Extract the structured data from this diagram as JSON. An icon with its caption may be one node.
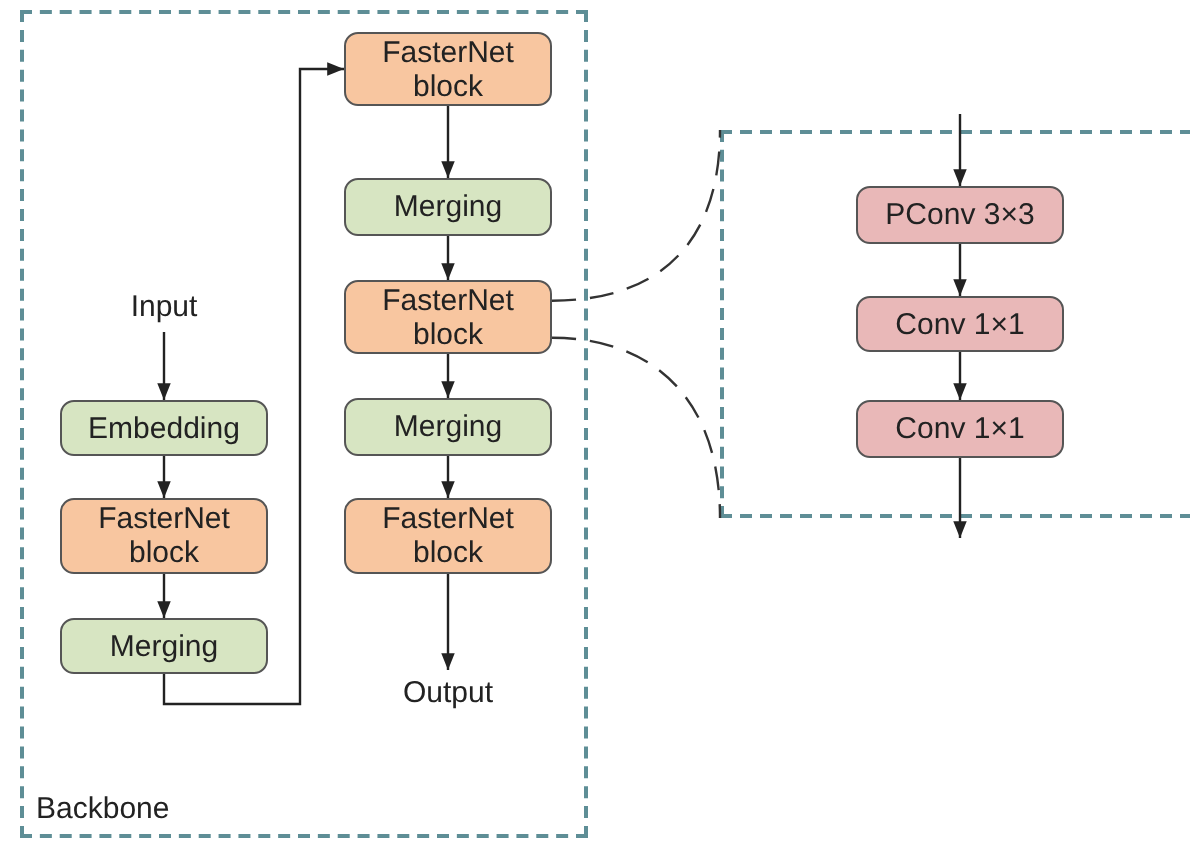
{
  "diagram": {
    "nodes": [
      {
        "text": [
          "Backbone"
        ]
      },
      {
        "text": [
          "Input"
        ],
        "in": 0
      },
      {
        "text": [
          "Embedding"
        ],
        "in": 0
      },
      {
        "text": [
          "FasterNet block"
        ],
        "in": 0
      },
      {
        "text": [
          "Merging"
        ],
        "in": 0
      },
      {
        "text": [
          "FasterNet block"
        ],
        "in": 0
      },
      {
        "text": [
          "Merging"
        ],
        "in": 0
      },
      {
        "text": [
          "FasterNet block"
        ],
        "in": 0
      },
      {
        "text": [
          "Merging"
        ],
        "in": 0
      },
      {
        "text": [
          "FasterNet block"
        ],
        "in": 0
      },
      {
        "text": [
          "Output"
        ],
        "in": 0
      },
      {
        "text": [],
        "shape": "box"
      },
      {
        "text": [
          "PConv 3×3"
        ],
        "in": 11
      },
      {
        "text": [
          "Conv 1×1"
        ],
        "in": 11
      },
      {
        "text": [
          "Conv 1×1"
        ],
        "in": 11
      }
    ],
    "edges": [
      {
        "from": 1,
        "to": 2,
        "arrow": "to"
      },
      {
        "from": 2,
        "to": 3,
        "arrow": "to"
      },
      {
        "from": 3,
        "to": 4,
        "arrow": "to"
      },
      {
        "from": 4,
        "to": 5,
        "arrow": "to"
      },
      {
        "from": 5,
        "to": 6,
        "arrow": "to"
      },
      {
        "from": 6,
        "to": 7,
        "arrow": "to"
      },
      {
        "from": 7,
        "to": 8,
        "arrow": "to"
      },
      {
        "from": 8,
        "to": 9,
        "arrow": "to"
      },
      {
        "from": 9,
        "to": 10,
        "arrow": "to"
      },
      {
        "from": 7,
        "to": 11,
        "arrow": "none",
        "style": "dashed"
      },
      {
        "from": 7,
        "to": 11,
        "arrow": "none",
        "style": "dashed"
      },
      {
        "from": null,
        "to": 12,
        "arrow": "to"
      },
      {
        "from": 12,
        "to": 13,
        "arrow": "to"
      },
      {
        "from": 13,
        "to": 14,
        "arrow": "to"
      },
      {
        "from": 14,
        "to": null,
        "arrow": "to"
      }
    ]
  }
}
